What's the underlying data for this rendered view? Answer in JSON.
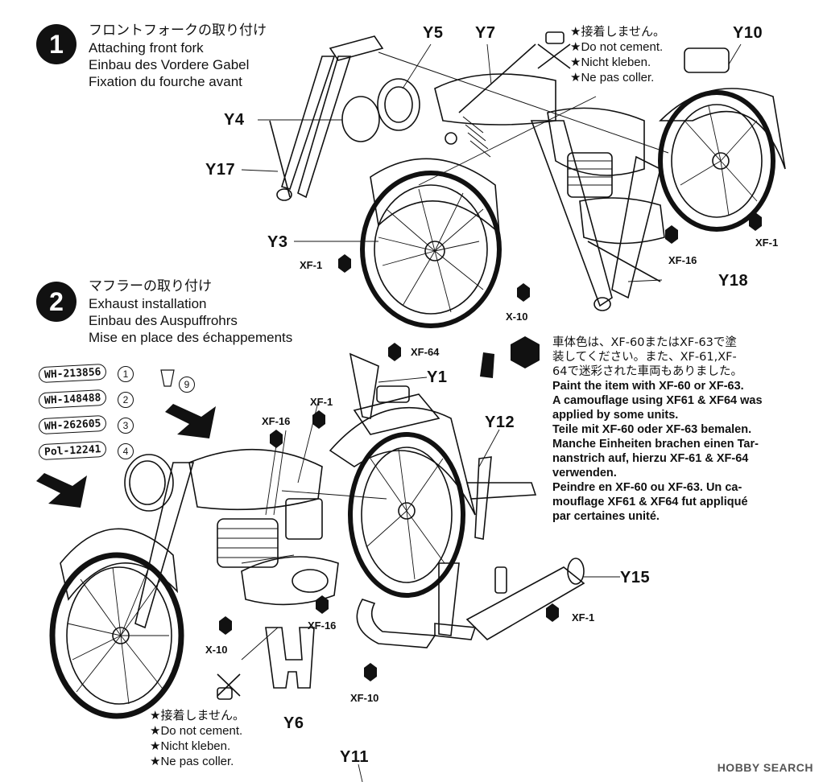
{
  "step1": {
    "number": "1",
    "title_jp": "フロントフォークの取り付け",
    "title_en": "Attaching front fork",
    "title_de": "Einbau des Vordere Gabel",
    "title_fr": "Fixation du fourche avant"
  },
  "step2": {
    "number": "2",
    "title_jp": "マフラーの取り付け",
    "title_en": "Exhaust installation",
    "title_de": "Einbau des Auspuffrohrs",
    "title_fr": "Mise en place des échappements"
  },
  "no_cement_note_top": {
    "jp": "★接着しません。",
    "en": "★Do not cement.",
    "de": "★Nicht kleben.",
    "fr": "★Ne pas coller."
  },
  "no_cement_note_bottom": {
    "jp": "★接着しません。",
    "en": "★Do not cement.",
    "de": "★Nicht kleben.",
    "fr": "★Ne pas coller."
  },
  "parts": {
    "y5": "Y5",
    "y7": "Y7",
    "y10": "Y10",
    "y4": "Y4",
    "y17": "Y17",
    "y3": "Y3",
    "y18": "Y18",
    "y1": "Y1",
    "y12": "Y12",
    "y15": "Y15",
    "y6": "Y6",
    "y11": "Y11"
  },
  "paints": {
    "xf1_a": "XF-1",
    "xf16_a": "XF-16",
    "xf1_b": "XF-1",
    "x10_a": "X-10",
    "xf64": "XF-64",
    "xf1_c": "XF-1",
    "xf16_b": "XF-16",
    "x10_b": "X-10",
    "xf16_c": "XF-16",
    "xf1_d": "XF-1",
    "xf10": "XF-10"
  },
  "plates": [
    {
      "text": "WH-213856",
      "num": "1"
    },
    {
      "text": "WH-148488",
      "num": "2"
    },
    {
      "text": "WH-262605",
      "num": "3"
    },
    {
      "text": "Pol-12241",
      "num": "4"
    }
  ],
  "decal_number": "9",
  "paint_instructions": {
    "jp1": "車体色は、XF-60またはXF-63で塗",
    "jp2": "装してください。また、XF-61,XF-",
    "jp3": "64で迷彩された車両もありました。",
    "en1": "Paint the item with XF-60 or XF-63.",
    "en2": "A camouflage using XF61 & XF64 was",
    "en3": "applied by some units.",
    "de1": "Teile mit XF-60 oder XF-63 bemalen.",
    "de2": "Manche Einheiten brachen einen Tar-",
    "de3": "nanstrich auf, hierzu XF-61 & XF-64",
    "de4": "verwenden.",
    "fr1": "Peindre en XF-60 ou XF-63. Un ca-",
    "fr2": "mouflage XF61 & XF64 fut appliqué",
    "fr3": "par certaines unité."
  },
  "watermark": "HOBBY SEARCH"
}
